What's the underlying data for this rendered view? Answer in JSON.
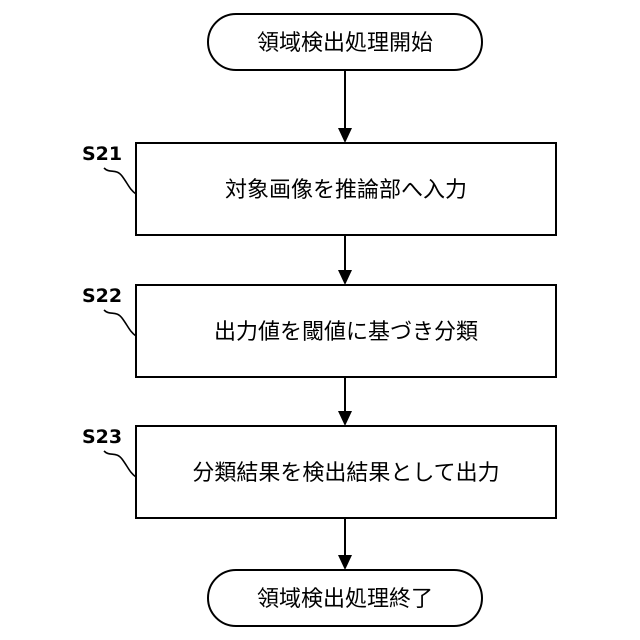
{
  "diagram": {
    "type": "flowchart",
    "start": {
      "text": "領域検出処理開始"
    },
    "steps": [
      {
        "label": "S21",
        "text": "対象画像を推論部へ入力"
      },
      {
        "label": "S22",
        "text": "出力値を閾値に基づき分類"
      },
      {
        "label": "S23",
        "text": "分類結果を検出結果として出力"
      }
    ],
    "end": {
      "text": "領域検出処理終了"
    }
  }
}
